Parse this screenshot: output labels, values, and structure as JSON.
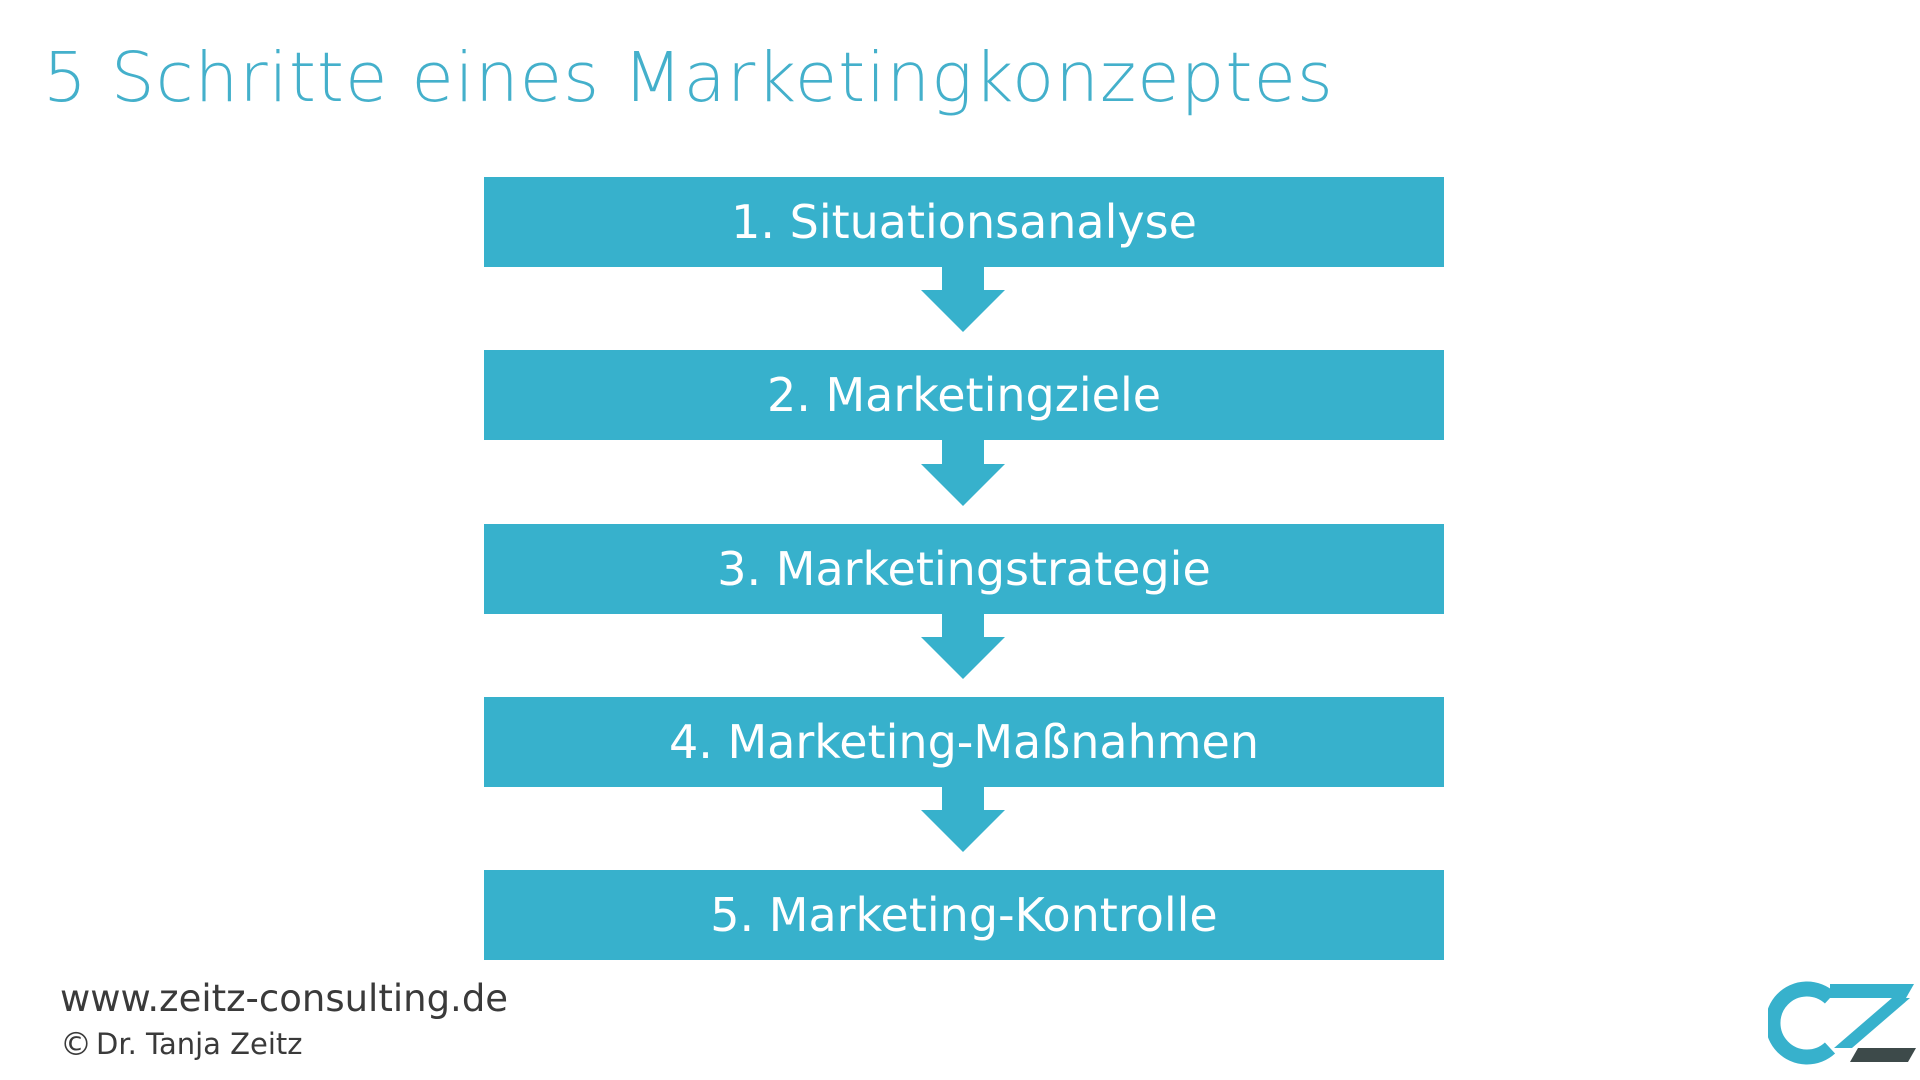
{
  "title": "5 Schritte eines Marketingkonzeptes",
  "steps": [
    {
      "label": "1. Situationsanalyse"
    },
    {
      "label": "2. Marketingziele"
    },
    {
      "label": "3. Marketingstrategie"
    },
    {
      "label": "4. Marketing-Maßnahmen"
    },
    {
      "label": "5. Marketing-Kontrolle"
    }
  ],
  "footer": {
    "url": "www.zeitz-consulting.de",
    "copyright_symbol": "©",
    "author": "Dr. Tanja Zeitz"
  },
  "logo": {
    "icon": "cz-logo-icon",
    "text": "CZ"
  },
  "colors": {
    "accent": "#37b1cc",
    "title": "#44b0cb",
    "footer_text": "#3a3a3a",
    "logo_dark": "#3d4a4a"
  }
}
